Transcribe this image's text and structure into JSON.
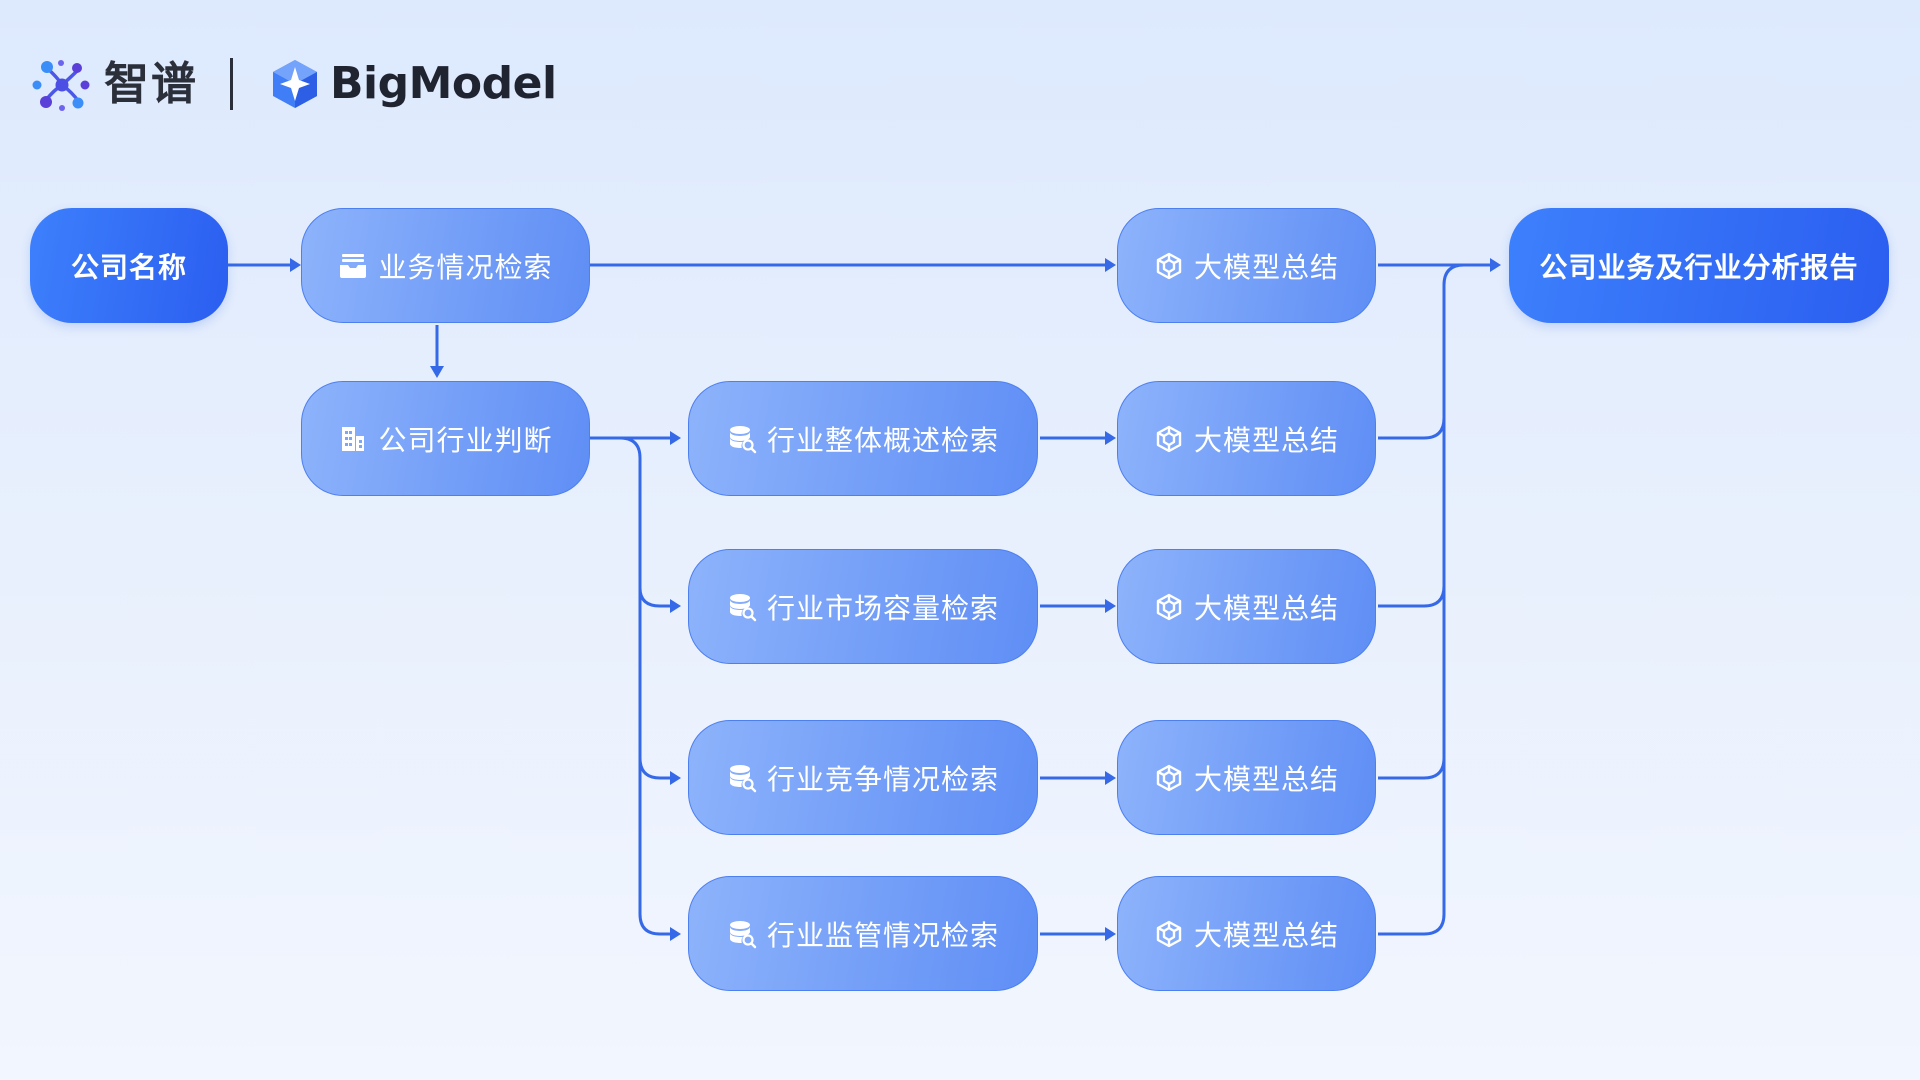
{
  "header": {
    "brand_cn": "智谱",
    "brand_en": "BigModel"
  },
  "colors": {
    "accent": "#3569e8",
    "node_primary": "#2f66f4",
    "node_secondary": "#7ea6f8",
    "background": "#e4edfd"
  },
  "nodes": {
    "company_name": {
      "label": "公司名称"
    },
    "business_search": {
      "label": "业务情况检索",
      "icon": "inbox-icon"
    },
    "industry_judgment": {
      "label": "公司行业判断",
      "icon": "building-icon"
    },
    "overview_search": {
      "label": "行业整体概述检索",
      "icon": "database-search-icon"
    },
    "market_search": {
      "label": "行业市场容量检索",
      "icon": "database-search-icon"
    },
    "competition_search": {
      "label": "行业竞争情况检索",
      "icon": "database-search-icon"
    },
    "regulation_search": {
      "label": "行业监管情况检索",
      "icon": "database-search-icon"
    },
    "summary": {
      "label": "大模型总结",
      "icon": "cube-icon"
    },
    "report": {
      "label": "公司业务及行业分析报告"
    }
  }
}
